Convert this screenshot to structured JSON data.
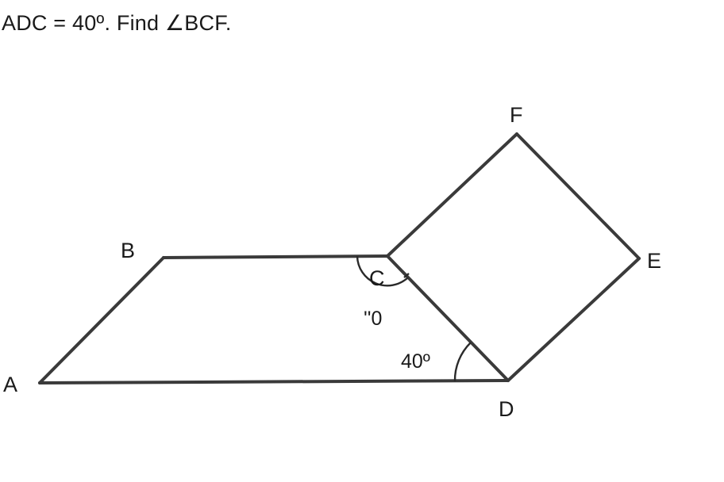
{
  "question": {
    "text": "ADC = 40º.  Find ∠BCF."
  },
  "figure": {
    "vertex_labels": {
      "A": "A",
      "B": "B",
      "C": "C",
      "D": "D",
      "E": "E",
      "F": "F"
    },
    "angle_labels": {
      "angle_D": "40º",
      "angle_C_partial": "''0"
    }
  }
}
